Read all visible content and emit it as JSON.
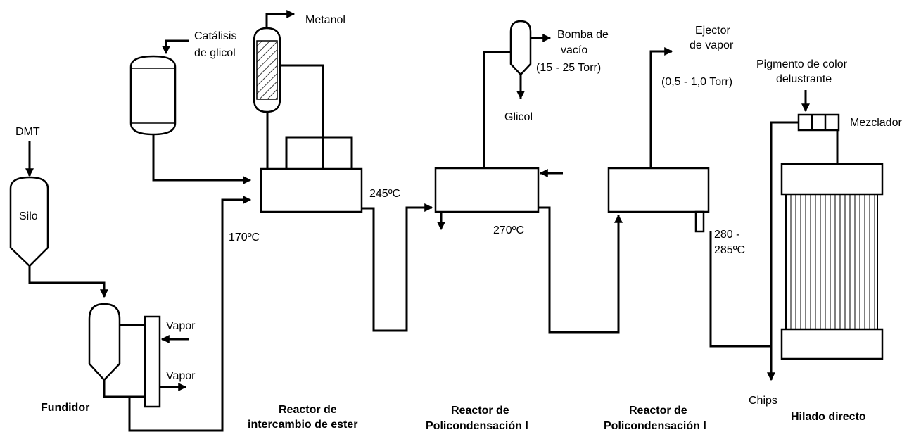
{
  "title": "",
  "inputs": {
    "dmt": "DMT",
    "catalisis": [
      "Catálisis",
      "de glicol"
    ],
    "pigmento": [
      "Pigmento de color",
      "delustrante"
    ]
  },
  "outputs": {
    "metanol": "Metanol",
    "bomba": [
      "Bomba de",
      "vacío",
      "(15 - 25 Torr)"
    ],
    "glicol": "Glicol",
    "ejector": [
      "Ejector",
      "de vapor",
      "(0,5 - 1,0 Torr)"
    ],
    "chips": "Chips"
  },
  "equipment": {
    "silo": "Silo",
    "vapor_in": "Vapor",
    "vapor_out": "Vapor",
    "mezclador": "Mezclador"
  },
  "temperatures": {
    "t170": "170ºC",
    "t245": "245ºC",
    "t270": "270ºC",
    "t280": [
      "280 -",
      "285ºC"
    ]
  },
  "stages": {
    "fundidor": "Fundidor",
    "reactor_ester": [
      "Reactor de",
      "intercambio de ester"
    ],
    "reactor_poli_1": [
      "Reactor de",
      "Policondensación I"
    ],
    "reactor_poli_2": [
      "Reactor de",
      "Policondensación I"
    ],
    "hilado": "Hilado directo"
  }
}
